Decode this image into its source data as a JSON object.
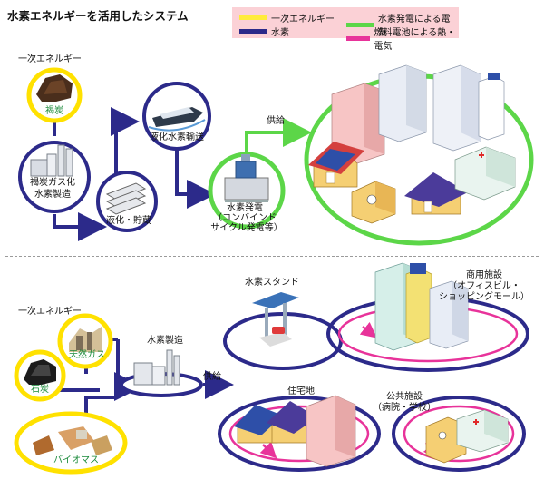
{
  "title": "水素エネルギーを活用したシステム",
  "legend": [
    {
      "label": "一次エネルギー",
      "color": "#ffeb3b"
    },
    {
      "label": "水素発電による電気",
      "color": "#5cd648"
    },
    {
      "label": "水素",
      "color": "#2c2a8a"
    },
    {
      "label": "燃料電池による熱・電気",
      "color": "#e8339a"
    }
  ],
  "top": {
    "primary_energy_label": "一次エネルギー",
    "lignite": "褐炭",
    "gasification_line1": "褐炭ガス化",
    "gasification_line2": "水素製造",
    "storage": "液化・貯蔵",
    "transport": "液化水素輸送",
    "power_line1": "水素発電",
    "power_line2": "（コンバインド",
    "power_line3": "サイクル発電等）",
    "supply": "供給"
  },
  "bottom": {
    "primary_energy_label": "一次エネルギー",
    "natural_gas": "天然ガス",
    "coal": "石炭",
    "biomass": "バイオマス",
    "h2_production": "水素製造",
    "supply": "供給",
    "station": "水素スタンド",
    "commercial_line1": "商用施設",
    "commercial_line2": "（オフィスビル・",
    "commercial_line3": "ショッピングモール）",
    "residential": "住宅地",
    "public_line1": "公共施設",
    "public_line2": "（病院・学校）"
  }
}
